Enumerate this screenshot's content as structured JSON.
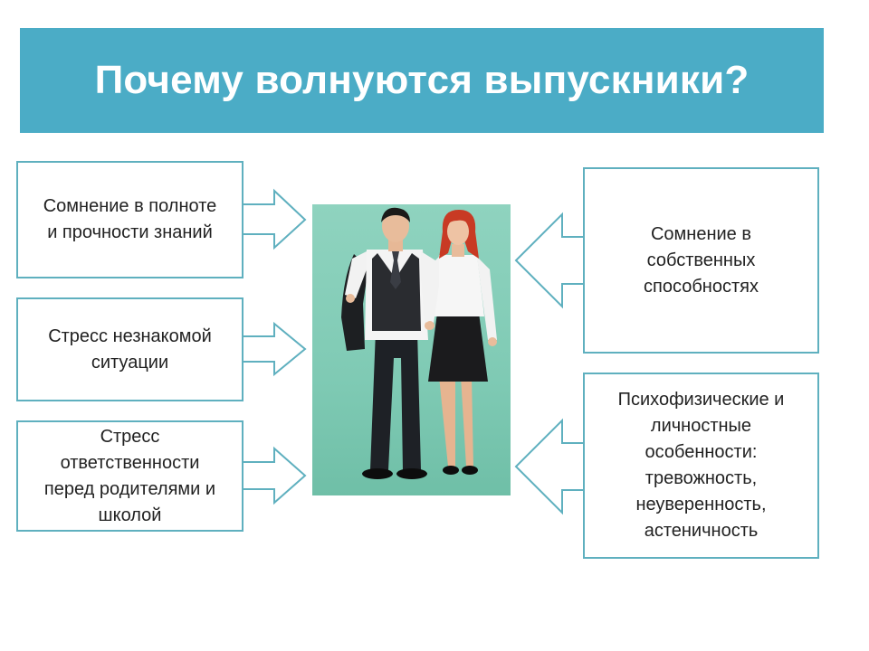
{
  "title": "Почему волнуются выпускники?",
  "colors": {
    "title_bar": "#4bacc6",
    "box_border": "#5fb0bf",
    "photo_background": "#8fd3bf"
  },
  "left_items": [
    {
      "text": "Сомнение в полноте\nи прочности знаний"
    },
    {
      "text": "Стресс незнакомой\nситуации"
    },
    {
      "text": "Стресс\nответственности\nперед родителями и\nшколой"
    }
  ],
  "right_items": [
    {
      "text": "Сомнение в\nсобственных\nспособностях"
    },
    {
      "text": "Психофизические и\nличностные\nособенности:\nтревожность,\nнеуверенность,\nастеничность"
    }
  ]
}
